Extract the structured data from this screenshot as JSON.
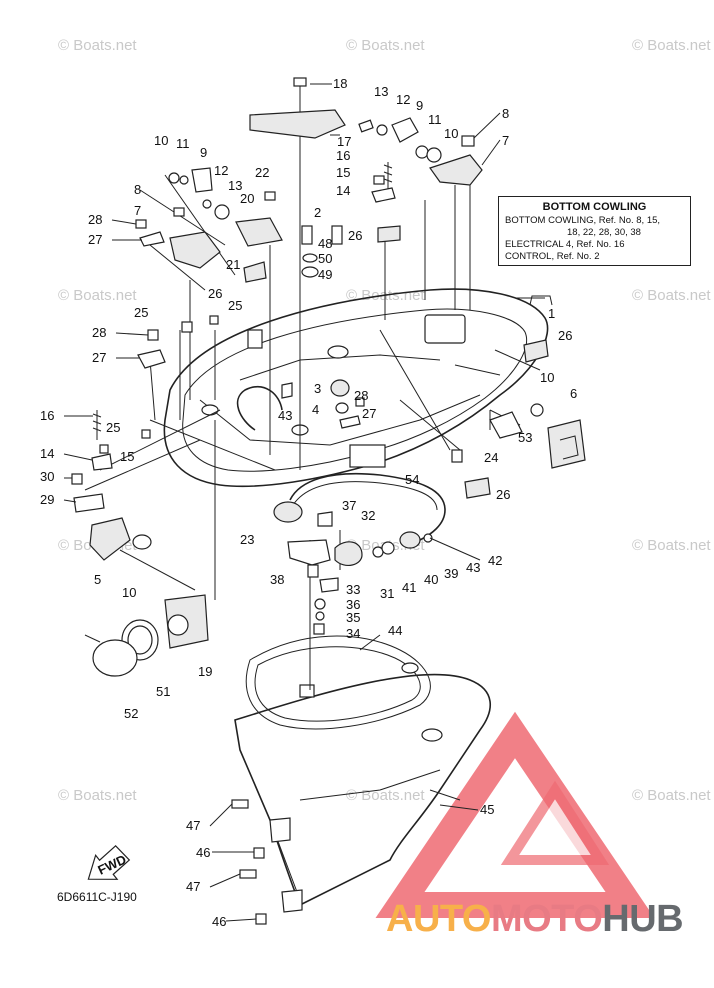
{
  "watermark": "© Boats.net",
  "legend": {
    "title": "BOTTOM COWLING",
    "lines": [
      "BOTTOM COWLING, Ref. No. 8, 15,",
      "18, 22, 28, 30, 38",
      "ELECTRICAL 4, Ref. No. 16",
      "CONTROL, Ref. No. 2"
    ]
  },
  "diagram_code": "6D6611C-J190",
  "fwd_label": "FWD",
  "brand": {
    "part1": "AUTO",
    "part2": "MOTO",
    "part3": "HUB"
  },
  "labels": {
    "l18": "18",
    "l17": "17",
    "l13a": "13",
    "l12a": "12",
    "l9a": "9",
    "l11a": "11",
    "l10a": "10",
    "l8a": "8",
    "l7a": "7",
    "l16a": "16",
    "l15a": "15",
    "l14a": "14",
    "l10b": "10",
    "l11b": "11",
    "l9b": "9",
    "l12b": "12",
    "l13b": "13",
    "l8b": "8",
    "l22": "22",
    "l20": "20",
    "l7b": "7",
    "l28a": "28",
    "l27a": "27",
    "l2": "2",
    "l26a": "26",
    "l48": "48",
    "l50": "50",
    "l49": "49",
    "l21": "21",
    "l26b": "26",
    "l25a": "25",
    "l1": "1",
    "l25b": "25",
    "l28b": "28",
    "l27b": "27",
    "l26c": "26",
    "l3": "3",
    "l28c": "28",
    "l4": "4",
    "l27c": "27",
    "l43a": "43",
    "l10c": "10",
    "l6": "6",
    "l16b": "16",
    "l25c": "25",
    "l53": "53",
    "l15b": "15",
    "l14b": "14",
    "l24": "24",
    "l30": "30",
    "l54": "54",
    "l29": "29",
    "l26d": "26",
    "l37": "37",
    "l32": "32",
    "l23": "23",
    "l5": "5",
    "l10d": "10",
    "l42": "42",
    "l43b": "43",
    "l39": "39",
    "l40": "40",
    "l41": "41",
    "l31": "31",
    "l38": "38",
    "l33": "33",
    "l36": "36",
    "l35": "35",
    "l34": "34",
    "l44": "44",
    "l19": "19",
    "l51": "51",
    "l52": "52",
    "l45": "45",
    "l47a": "47",
    "l46a": "46",
    "l47b": "47",
    "l46b": "46"
  }
}
